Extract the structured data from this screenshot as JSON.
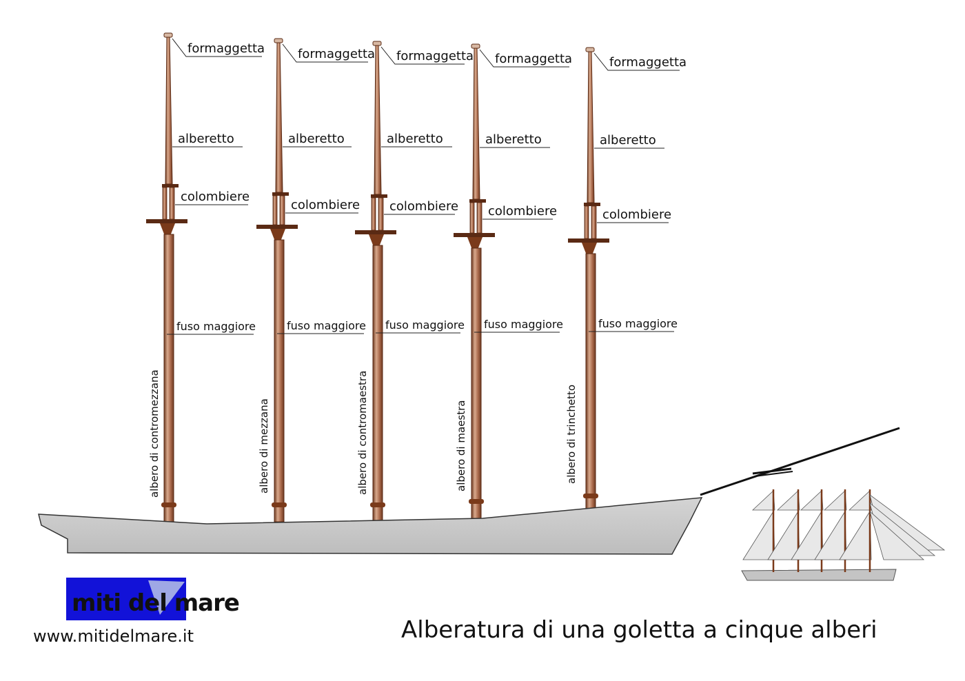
{
  "title": "Alberatura di una goletta a cinque alberi",
  "website": "www.mitidelmare.it",
  "logo": {
    "text": "miti del mare",
    "bg_color": "#1212d8",
    "text_color": "#ffff00"
  },
  "colors": {
    "hull": "#c9c9c9",
    "mast": "#a8684a",
    "mast_dark": "#5a2a14",
    "line": "#222222"
  },
  "masts": [
    {
      "name": "albero di contromezzana",
      "formaggetta": "formaggetta",
      "alberetto": "alberetto",
      "colombiere": "colombiere",
      "fuso": "fuso maggiore"
    },
    {
      "name": "albero di mezzana",
      "formaggetta": "formaggetta",
      "alberetto": "alberetto",
      "colombiere": "colombiere",
      "fuso": "fuso maggiore"
    },
    {
      "name": "albero di contromaestra",
      "formaggetta": "formaggetta",
      "alberetto": "alberetto",
      "colombiere": "colombiere",
      "fuso": "fuso maggiore"
    },
    {
      "name": "albero di maestra",
      "formaggetta": "formaggetta",
      "alberetto": "alberetto",
      "colombiere": "colombiere",
      "fuso": "fuso maggiore"
    },
    {
      "name": "albero di trinchetto",
      "formaggetta": "formaggetta",
      "alberetto": "alberetto",
      "colombiere": "colombiere",
      "fuso": "fuso maggiore"
    }
  ]
}
